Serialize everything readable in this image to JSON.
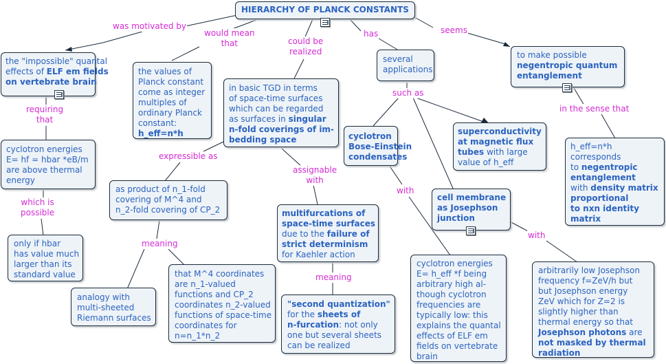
{
  "diagram": {
    "title": "HIERARCHY OF PLANCK CONSTANTS",
    "icon": "document-icon",
    "colors": {
      "node_text": "#2b63c0",
      "node_fill": "#eef3f7",
      "link_label": "#d42ad4",
      "line": "#1a2a3a"
    },
    "nodes": {
      "impossible": [
        {
          "t": "the \"impossible\" quantal"
        },
        {
          "t": "effects of ",
          "b": "ELF em fields"
        },
        {
          "b": "on vertebrate brain"
        }
      ],
      "planck_values": [
        {
          "t": "the values of"
        },
        {
          "t": "Planck constant"
        },
        {
          "t": "come as integer"
        },
        {
          "t": "multiples of"
        },
        {
          "t": "ordinary Planck"
        },
        {
          "t": "constant:"
        },
        {
          "b": "h_eff=n*h"
        }
      ],
      "basic_tgd": [
        {
          "t": "in basic TGD in terms"
        },
        {
          "t": "of space-time surfaces"
        },
        {
          "t": "which can be regarded"
        },
        {
          "t": "as surfaces in ",
          "b": "singular"
        },
        {
          "b": "n-fold coverings of im-"
        },
        {
          "b": "bedding space"
        }
      ],
      "several_apps": [
        {
          "t": "several"
        },
        {
          "t": "applications"
        }
      ],
      "negentropic": [
        {
          "t": "to make possible"
        },
        {
          "b": "negentropic quantum"
        },
        {
          "b": "entanglement"
        }
      ],
      "cyclotron_energies": [
        {
          "t": "cyclotron energies"
        },
        {
          "t": "E= hf = hbar *eB/m"
        },
        {
          "t": "are above thermal"
        },
        {
          "t": "energy"
        }
      ],
      "only_if": [
        {
          "t": "only if hbar"
        },
        {
          "t": "has value much"
        },
        {
          "t": "larger than its"
        },
        {
          "t": "standard value"
        }
      ],
      "product": [
        {
          "t": "as  product of n_1-fold"
        },
        {
          "t": "covering  of M^4 and"
        },
        {
          "t": "n_2-fold covering of CP_2"
        }
      ],
      "analogy": [
        {
          "t": "analogy with"
        },
        {
          "t": "multi-sheeted"
        },
        {
          "t": "Riemann surfaces"
        }
      ],
      "m4_coords": [
        {
          "t": "that M^4 coordinates"
        },
        {
          "t": "are n_1-valued"
        },
        {
          "t": "functions and CP_2"
        },
        {
          "t": "coordinates n_2-valued"
        },
        {
          "t": "functions of space-time"
        },
        {
          "t": "coordinates for"
        },
        {
          "t": "n=n_1*n_2"
        }
      ],
      "multifurcations": [
        {
          "b": "multifurcations of"
        },
        {
          "b": "space-time surfaces"
        },
        {
          "t": "due to the ",
          "b": "failure of"
        },
        {
          "b": "strict determinism"
        },
        {
          "t": "for Kaehler action"
        }
      ],
      "second_quant": [
        {
          "b": "\"second quantization\""
        },
        {
          "t": "for the ",
          "b": "sheets of"
        },
        {
          "b": "n-furcation",
          "t2": ": not only"
        },
        {
          "t": "one but several sheets"
        },
        {
          "t": "can be realized"
        }
      ],
      "cyclotron_bec": [
        {
          "b": "cyclotron"
        },
        {
          "b": "Bose-Einstein"
        },
        {
          "b": "condensates"
        }
      ],
      "superconductivity": [
        {
          "b": "superconductivity"
        },
        {
          "b": "at magnetic flux"
        },
        {
          "b": "tubes",
          "t2": " with large"
        },
        {
          "t": "value of h_eff"
        }
      ],
      "cell_membrane": [
        {
          "b": "cell membrane"
        },
        {
          "b": "as Josephson"
        },
        {
          "b": "junction"
        }
      ],
      "heff_corresponds": [
        {
          "t": "h_eff=n*h"
        },
        {
          "t": "corresponds"
        },
        {
          "t": "to ",
          "b": "negentropic"
        },
        {
          "b": "entanglement"
        },
        {
          "t": "with ",
          "b": "density matrix"
        },
        {
          "b": "proportional"
        },
        {
          "b": "to nxn identity"
        },
        {
          "b": "matrix"
        }
      ],
      "cyclotron_arbitrary": [
        {
          "t": "cyclotron energies"
        },
        {
          "t": "E= h_eff *f being"
        },
        {
          "t": "arbitrary high al-"
        },
        {
          "t": "though cyclotron"
        },
        {
          "t": "frequencies are"
        },
        {
          "t": "typically low: this"
        },
        {
          "t": "explains the quantal"
        },
        {
          "t": "effects of  ELF em"
        },
        {
          "t": "fields on vertebrate"
        },
        {
          "t": "brain"
        }
      ],
      "josephson": [
        {
          "t": "arbitrarily low Josephson"
        },
        {
          "t": "frequency f=ZeV/h but"
        },
        {
          "t": "but Josephson energy"
        },
        {
          "t": "ZeV which for Z=2 is"
        },
        {
          "t": "slightly higher than"
        },
        {
          "t": "thermal energy so that"
        },
        {
          "b": "Josephson photons",
          "t2": " are"
        },
        {
          "b": "not masked by thermal"
        },
        {
          "b": "radiation"
        }
      ]
    },
    "labels": {
      "motivated": [
        "was motivated by"
      ],
      "would_mean": [
        "would  mean",
        "that"
      ],
      "could_be": [
        "could be",
        "realized"
      ],
      "has": [
        "has"
      ],
      "seems": [
        "seems"
      ],
      "requiring": [
        "requiring",
        "that"
      ],
      "which_is": [
        "which is",
        "possible"
      ],
      "expressible": [
        "expressible as"
      ],
      "assignable": [
        "assignable",
        "with"
      ],
      "meaning1": [
        "meaning"
      ],
      "meaning2": [
        "meaning"
      ],
      "such_as": [
        "such as"
      ],
      "with1": [
        "with"
      ],
      "with2": [
        "with"
      ],
      "in_sense": [
        "in the sense that"
      ]
    }
  }
}
